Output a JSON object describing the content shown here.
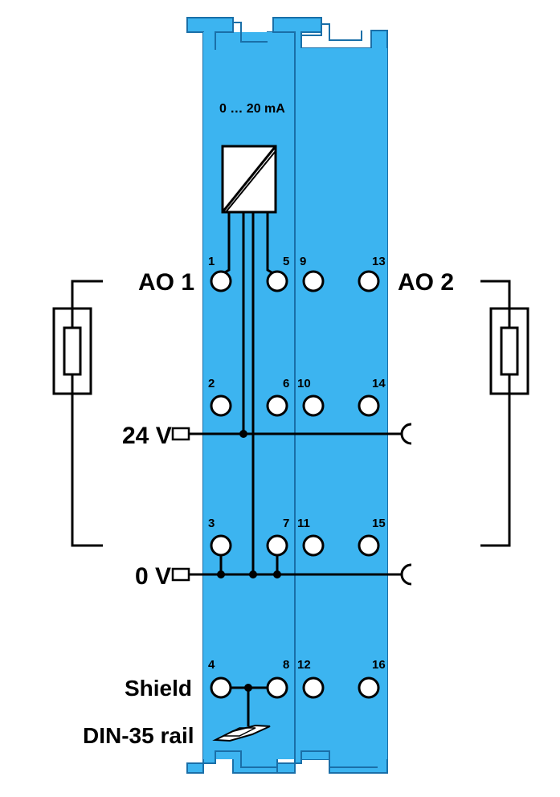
{
  "module": {
    "range_label": "0 … 20 mA",
    "body_color": "#3cb4f0",
    "outline_color": "#1a6fa8"
  },
  "channels": {
    "ao1": "AO 1",
    "ao2": "AO 2"
  },
  "rails": {
    "supply": "24 V",
    "ground": "0 V",
    "shield": "Shield",
    "din": "DIN-35 rail"
  },
  "terminals": {
    "t1": "1",
    "t2": "2",
    "t3": "3",
    "t4": "4",
    "t5": "5",
    "t6": "6",
    "t7": "7",
    "t8": "8",
    "t9": "9",
    "t10": "10",
    "t11": "11",
    "t12": "12",
    "t13": "13",
    "t14": "14",
    "t15": "15",
    "t16": "16"
  }
}
